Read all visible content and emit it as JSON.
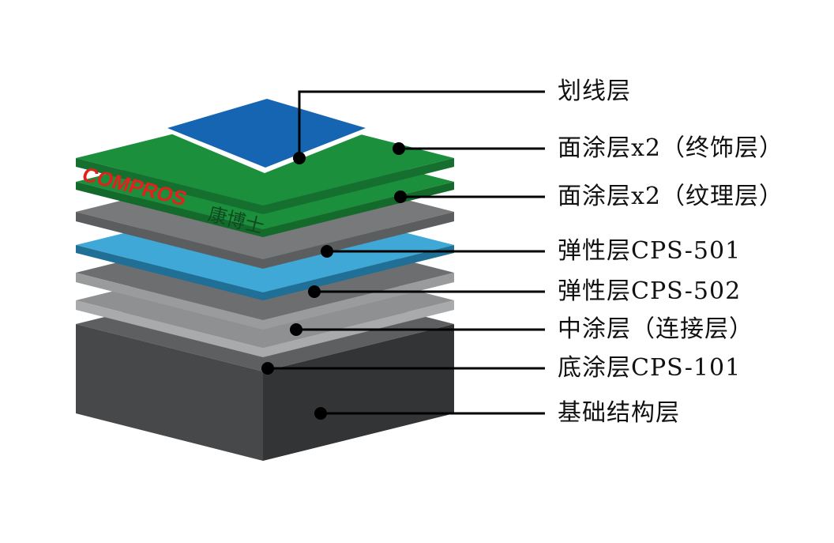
{
  "layers": [
    {
      "name": "划线层"
    },
    {
      "name": "面涂层x2（终饰层）"
    },
    {
      "name": "面涂层x2（纹理层）"
    },
    {
      "name": "弹性层CPS-501"
    },
    {
      "name": "弹性层CPS-502"
    },
    {
      "name": "中涂层（连接层）"
    },
    {
      "name": "底涂层CPS-101"
    },
    {
      "name": "基础结构层"
    }
  ],
  "logo": {
    "brand": "COMPROS",
    "chinese": "康博士"
  },
  "colors": {
    "court_blue": "#1565b2",
    "green_top": "#1b8f3c",
    "green_side": "#136a2b",
    "elastic_blue": "#3fa8d6",
    "grey": "#7a7a7c",
    "base_top": "#5e5f61",
    "base_side": "#3a3b3d",
    "logo_red": "#e0221c"
  }
}
